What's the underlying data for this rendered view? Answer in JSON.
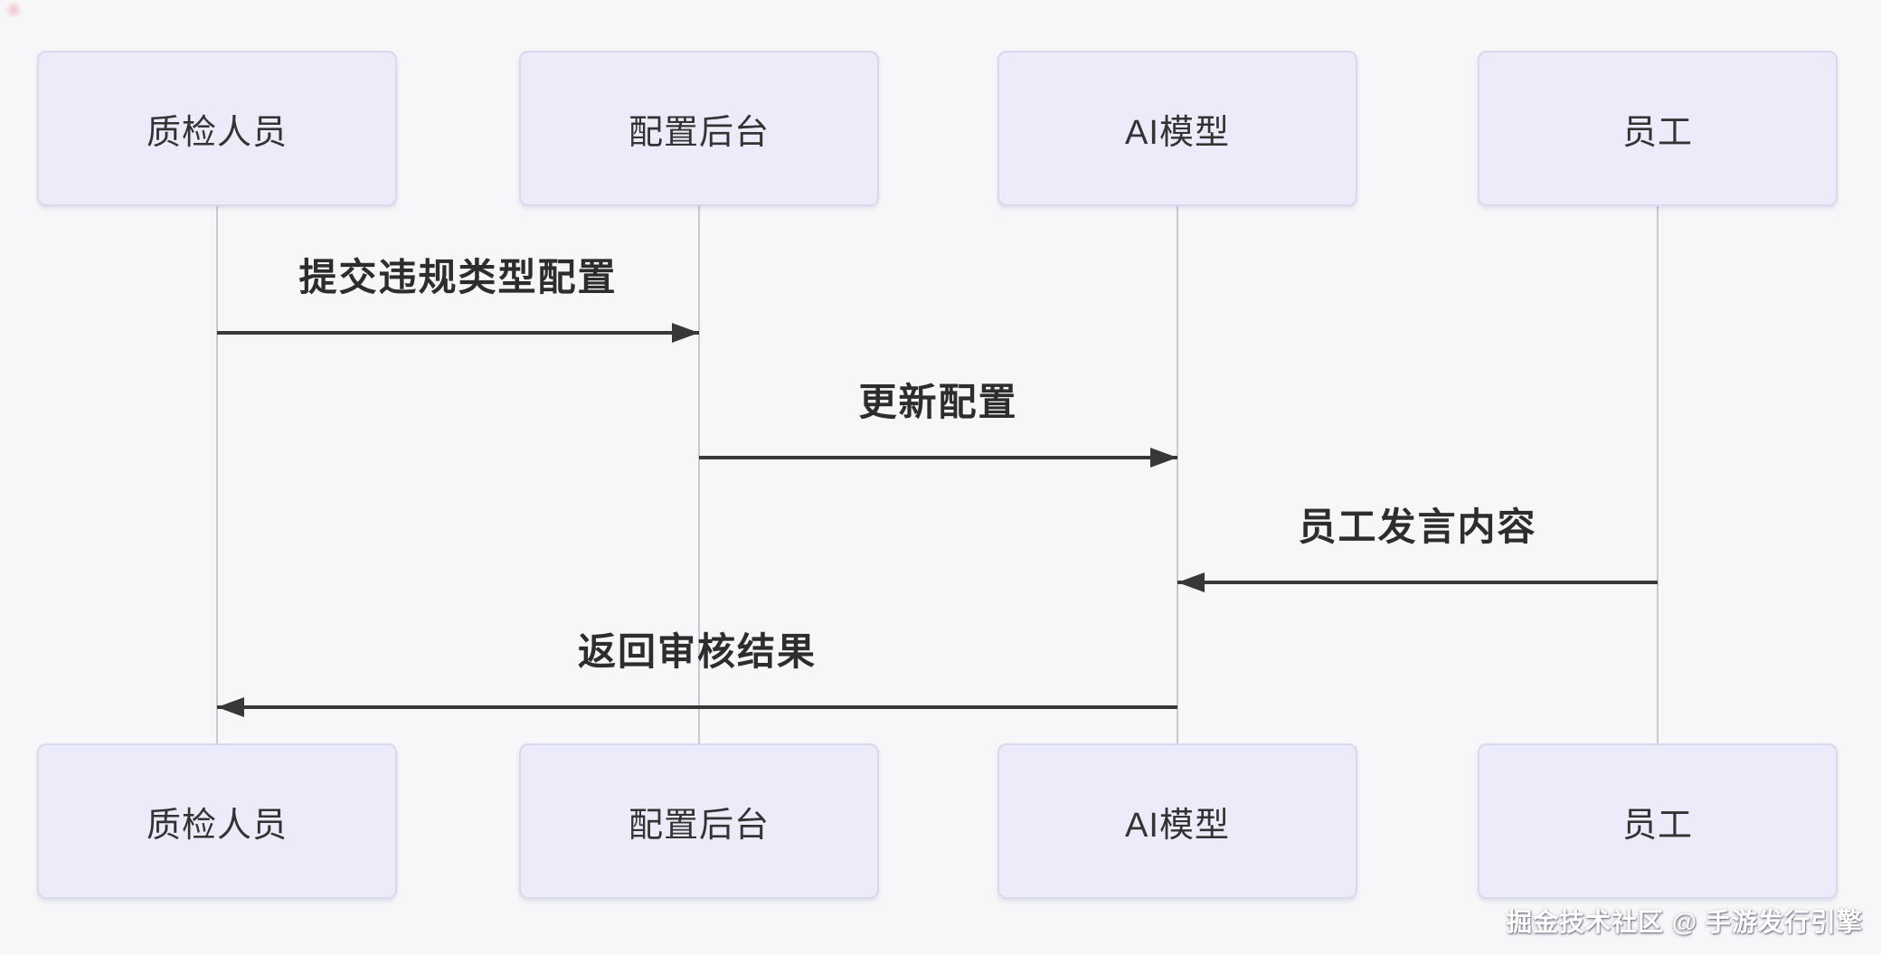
{
  "diagram": {
    "type": "sequence-diagram",
    "actors": [
      {
        "label": "质检人员"
      },
      {
        "label": "配置后台"
      },
      {
        "label": "AI模型"
      },
      {
        "label": "员工"
      }
    ],
    "messages": [
      {
        "label": "提交违规类型配置",
        "from": "质检人员",
        "to": "配置后台",
        "direction": "right"
      },
      {
        "label": "更新配置",
        "from": "配置后台",
        "to": "AI模型",
        "direction": "right"
      },
      {
        "label": "员工发言内容",
        "from": "员工",
        "to": "AI模型",
        "direction": "left"
      },
      {
        "label": "返回审核结果",
        "from": "AI模型",
        "to": "质检人员",
        "direction": "left"
      }
    ],
    "colors": {
      "background": "#f7f7f9",
      "actor_fill": "#ebebfa",
      "actor_border": "#d8d8ee",
      "actor_text": "#333333",
      "lifeline": "#c9c9d2",
      "arrow": "#383838",
      "message_text": "#2d2d2d"
    }
  },
  "watermark": {
    "text": "掘金技术社区 @ 手游发行引擎",
    "color": "#ffffff"
  }
}
